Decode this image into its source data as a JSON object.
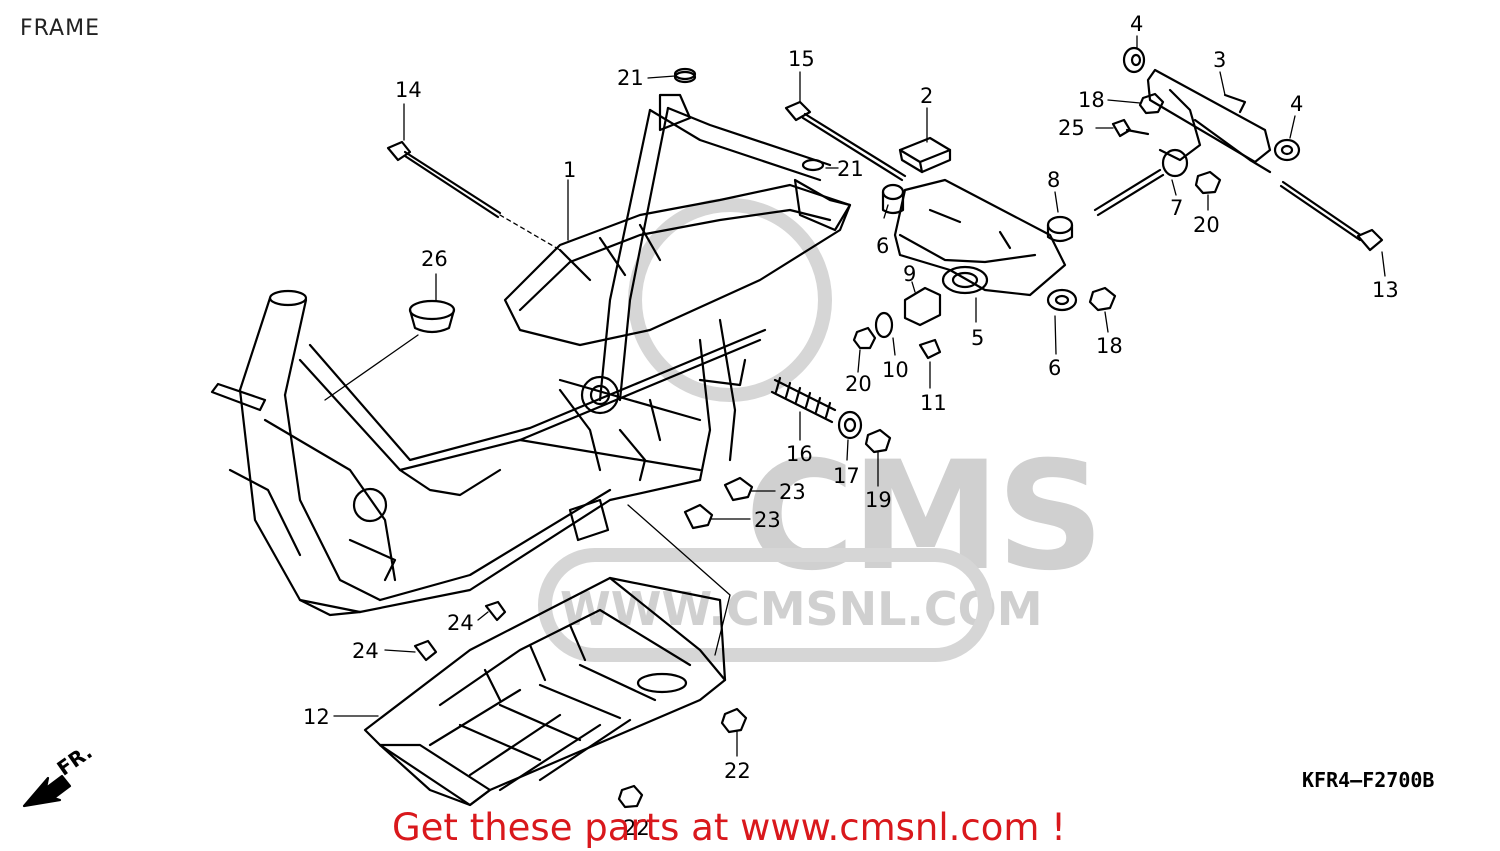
{
  "header": {
    "title": "FRAME"
  },
  "diagram_code": "KFR4—F2700B",
  "footer": {
    "promo": "Get these parts at www.cmsnl.com !"
  },
  "watermark": {
    "site": "WWW.CMSNL.COM",
    "logo": "CMS"
  },
  "direction": {
    "label": "FR.",
    "icon": "front-arrow-icon"
  },
  "callouts": {
    "c1": "1",
    "c2": "2",
    "c3": "3",
    "c4a": "4",
    "c4b": "4",
    "c5": "5",
    "c6a": "6",
    "c6b": "6",
    "c7": "7",
    "c8": "8",
    "c9": "9",
    "c10": "10",
    "c11": "11",
    "c12": "12",
    "c13": "13",
    "c14": "14",
    "c15": "15",
    "c16": "16",
    "c17": "17",
    "c18a": "18",
    "c18b": "18",
    "c19": "19",
    "c20a": "20",
    "c20b": "20",
    "c21a": "21",
    "c21b": "21",
    "c22a": "22",
    "c22b": "22",
    "c23a": "23",
    "c23b": "23",
    "c24a": "24",
    "c24b": "24",
    "c25": "25",
    "c26": "26"
  }
}
